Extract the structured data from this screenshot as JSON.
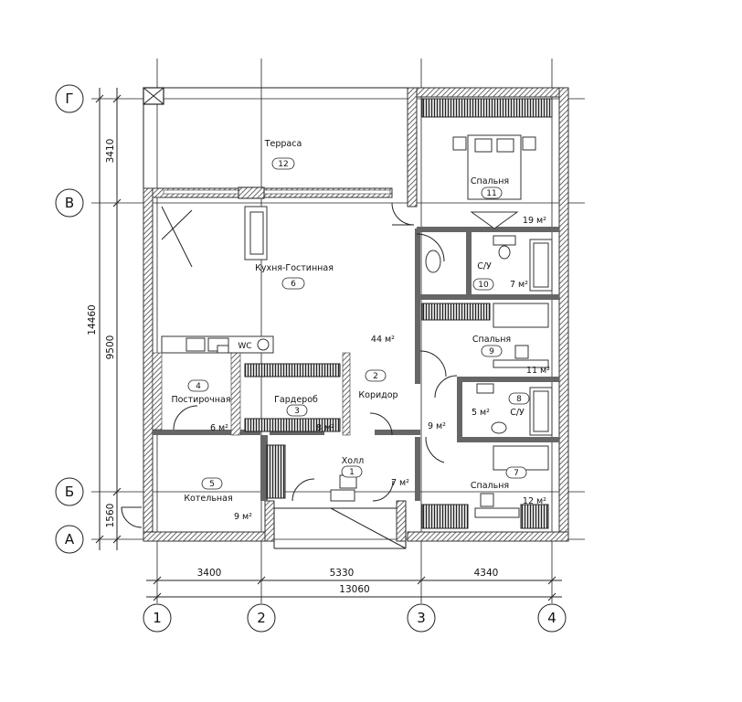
{
  "axes": {
    "rows": [
      "Г",
      "В",
      "Б",
      "А"
    ],
    "cols": [
      "1",
      "2",
      "3",
      "4"
    ]
  },
  "dimensions": {
    "bottom": [
      "3400",
      "5330",
      "4340"
    ],
    "bottom_total": "13060",
    "left": [
      "3410",
      "9500",
      "1560"
    ],
    "left_total": "14460"
  },
  "rooms": [
    {
      "name": "Терраса",
      "num": "12",
      "area": ""
    },
    {
      "name": "Спальня",
      "num": "11",
      "area": "19 м²"
    },
    {
      "name": "Кухня-Гостинная",
      "num": "6",
      "area": "44 м²"
    },
    {
      "name": "С/У",
      "num": "10",
      "area": "7 м²"
    },
    {
      "name": "Спальня",
      "num": "9",
      "area": "11 м²"
    },
    {
      "name": "Постирочная",
      "num": "4",
      "area": "6 м²"
    },
    {
      "name": "Гардероб",
      "num": "3",
      "area": "8 м²"
    },
    {
      "name": "Коридор",
      "num": "2",
      "area": "9 м²"
    },
    {
      "name": "С/У",
      "num": "8",
      "area": "5 м²"
    },
    {
      "name": "Холл",
      "num": "1",
      "area": "7 м²"
    },
    {
      "name": "Спальня",
      "num": "7",
      "area": "12 м²"
    },
    {
      "name": "Котельная",
      "num": "5",
      "area": "9 м²"
    }
  ],
  "fixtures": {
    "wc_label": "WC"
  }
}
